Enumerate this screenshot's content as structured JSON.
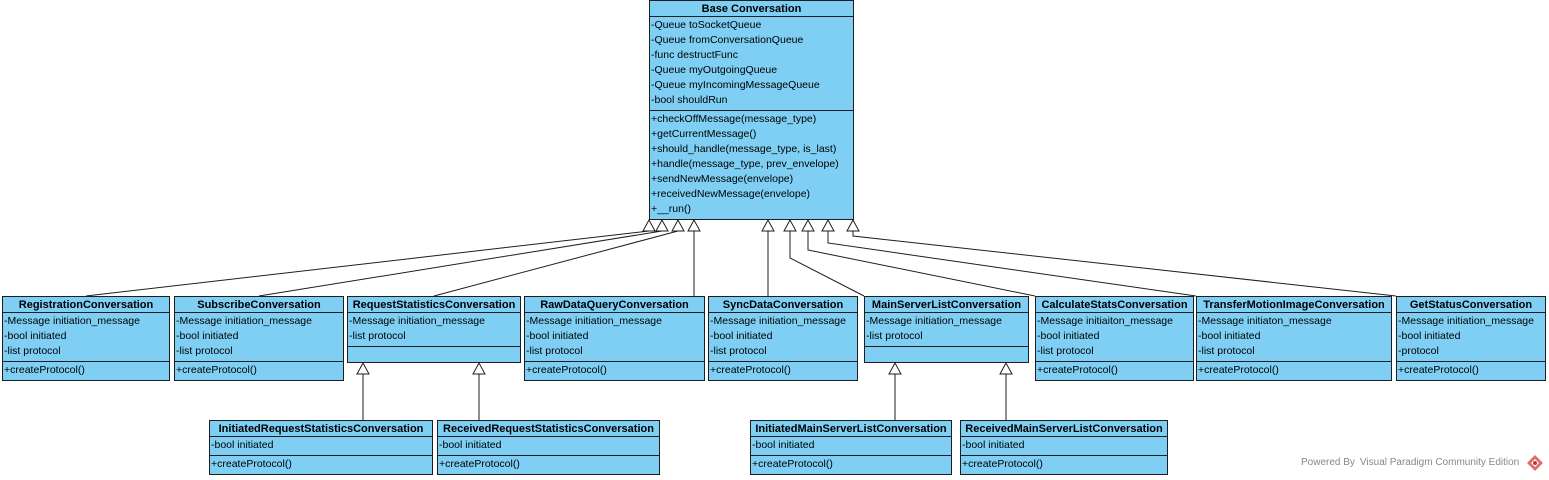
{
  "classes": {
    "base": {
      "name": "Base Conversation",
      "attributes": [
        "-Queue toSocketQueue",
        "-Queue fromConversationQueue",
        "-func destructFunc",
        "-Queue myOutgoingQueue",
        "-Queue myIncomingMessageQueue",
        "-bool shouldRun"
      ],
      "operations": [
        "+checkOffMessage(message_type)",
        "+getCurrentMessage()",
        "+should_handle(message_type, is_last)",
        "+handle(message_type, prev_envelope)",
        "+sendNewMessage(envelope)",
        "+receivedNewMessage(envelope)",
        "+__run()"
      ]
    },
    "registration": {
      "name": "RegistrationConversation",
      "attributes": [
        "-Message initiation_message",
        "-bool initiated",
        "-list protocol"
      ],
      "operations": [
        "+createProtocol()"
      ]
    },
    "subscribe": {
      "name": "SubscribeConversation",
      "attributes": [
        "-Message initiation_message",
        "-bool initiated",
        "-list protocol"
      ],
      "operations": [
        "+createProtocol()"
      ]
    },
    "request_stats": {
      "name": "RequestStatisticsConversation",
      "attributes": [
        "-Message initiation_message",
        "-list protocol"
      ],
      "operations": []
    },
    "raw_data_query": {
      "name": "RawDataQueryConversation",
      "attributes": [
        "-Message initiation_message",
        "-bool initiated",
        "-list protocol"
      ],
      "operations": [
        "+createProtocol()"
      ]
    },
    "sync_data": {
      "name": "SyncDataConversation",
      "attributes": [
        "-Message initiation_message",
        "-bool initiated",
        "-list protocol"
      ],
      "operations": [
        "+createProtocol()"
      ]
    },
    "main_server_list": {
      "name": "MainServerListConversation",
      "attributes": [
        "-Message initiation_message",
        "-list protocol"
      ],
      "operations": []
    },
    "calculate_stats": {
      "name": "CalculateStatsConversation",
      "attributes": [
        "-Message initiaiton_message",
        "-bool initiated",
        "-list protocol"
      ],
      "operations": [
        "+createProtocol()"
      ]
    },
    "transfer_motion": {
      "name": "TransferMotionImageConversation",
      "attributes": [
        "-Message initiaton_message",
        "-bool initiated",
        "-list protocol"
      ],
      "operations": [
        "+createProtocol()"
      ]
    },
    "get_status": {
      "name": "GetStatusConversation",
      "attributes": [
        "-Message initiation_message",
        "-bool initiated",
        "-protocol"
      ],
      "operations": [
        "+createProtocol()"
      ]
    },
    "initiated_request_stats": {
      "name": "InitiatedRequestStatisticsConversation",
      "attributes": [
        "-bool initiated"
      ],
      "operations": [
        "+createProtocol()"
      ]
    },
    "received_request_stats": {
      "name": "ReceivedRequestStatisticsConversation",
      "attributes": [
        "-bool initiated"
      ],
      "operations": [
        "+createProtocol()"
      ]
    },
    "initiated_main_server_list": {
      "name": "InitiatedMainServerListConversation",
      "attributes": [
        "-bool initiated"
      ],
      "operations": [
        "+createProtocol()"
      ]
    },
    "received_main_server_list": {
      "name": "ReceivedMainServerListConversation",
      "attributes": [
        "-bool initiated"
      ],
      "operations": [
        "+createProtocol()"
      ]
    }
  },
  "generalizations": [
    {
      "child": "registration",
      "parent": "base"
    },
    {
      "child": "subscribe",
      "parent": "base"
    },
    {
      "child": "request_stats",
      "parent": "base"
    },
    {
      "child": "raw_data_query",
      "parent": "base"
    },
    {
      "child": "sync_data",
      "parent": "base"
    },
    {
      "child": "main_server_list",
      "parent": "base"
    },
    {
      "child": "calculate_stats",
      "parent": "base"
    },
    {
      "child": "transfer_motion",
      "parent": "base"
    },
    {
      "child": "get_status",
      "parent": "base"
    },
    {
      "child": "initiated_request_stats",
      "parent": "request_stats"
    },
    {
      "child": "received_request_stats",
      "parent": "request_stats"
    },
    {
      "child": "initiated_main_server_list",
      "parent": "main_server_list"
    },
    {
      "child": "received_main_server_list",
      "parent": "main_server_list"
    }
  ],
  "watermark": "Powered By Visual Paradigm Community Edition",
  "colors": {
    "class_fill": "#7ecff3",
    "border": "#1e1e1e"
  }
}
